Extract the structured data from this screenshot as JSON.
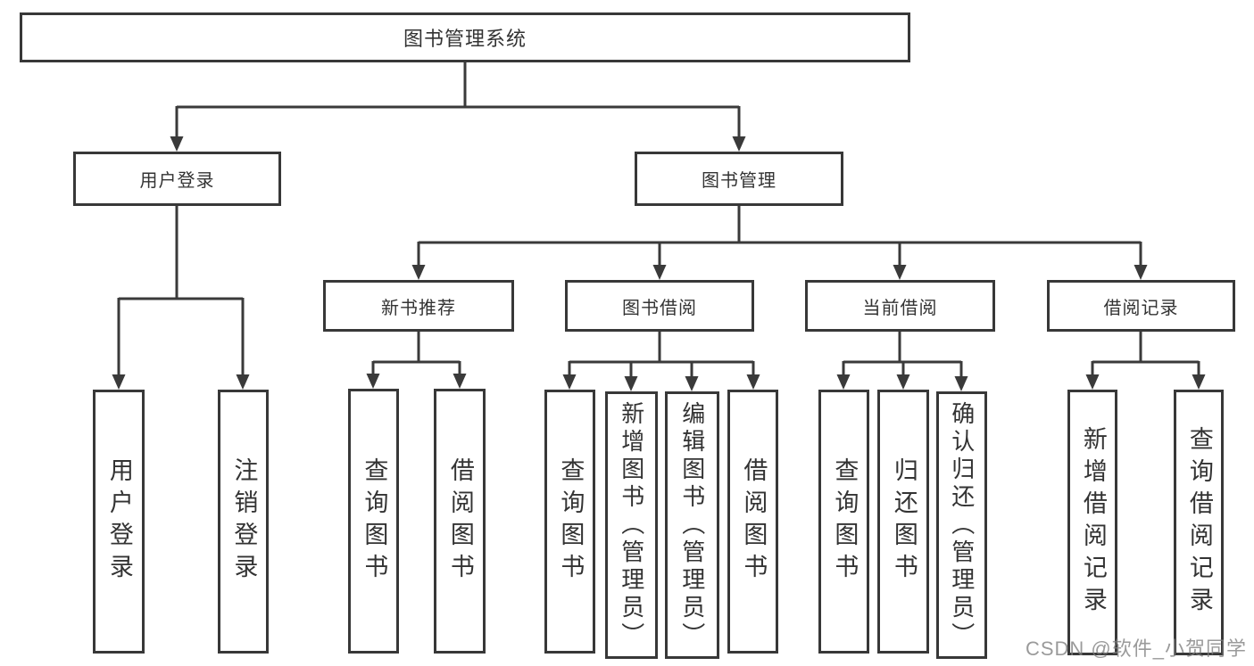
{
  "title": "图书管理系统",
  "tree": {
    "label": "图书管理系统",
    "children": [
      {
        "label": "用户登录",
        "children": [
          {
            "label": "用户登录"
          },
          {
            "label": "注销登录"
          }
        ]
      },
      {
        "label": "图书管理",
        "children": [
          {
            "label": "新书推荐",
            "children": [
              {
                "label": "查询图书"
              },
              {
                "label": "借阅图书"
              }
            ]
          },
          {
            "label": "图书借阅",
            "children": [
              {
                "label": "查询图书"
              },
              {
                "label": "新增图书（管理员）"
              },
              {
                "label": "编辑图书（管理员）"
              },
              {
                "label": "借阅图书"
              }
            ]
          },
          {
            "label": "当前借阅",
            "children": [
              {
                "label": "查询图书"
              },
              {
                "label": "归还图书"
              },
              {
                "label": "确认归还（管理员）"
              }
            ]
          },
          {
            "label": "借阅记录",
            "children": [
              {
                "label": "新增借阅记录"
              },
              {
                "label": "查询借阅记录"
              }
            ]
          }
        ]
      }
    ]
  },
  "watermark": "CSDN @软件_小贺同学",
  "colors": {
    "line": "#3a3a3a",
    "text": "#333333",
    "background": "#ffffff"
  }
}
